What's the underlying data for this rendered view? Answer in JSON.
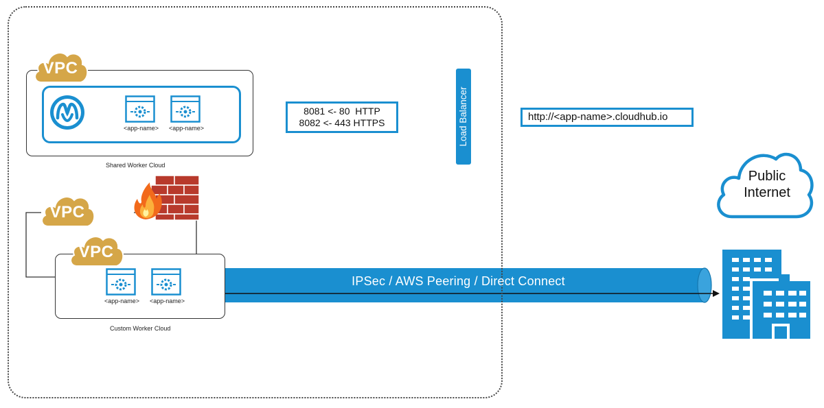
{
  "colors": {
    "vpc_cloud": "#d5a648",
    "accent_blue": "#1a8fd0",
    "firewall_brick": "#b83a2c"
  },
  "icons": [
    "vpc-cloud-icon",
    "mulesoft-logo",
    "app-window-icon",
    "firewall-icon",
    "flame-icon",
    "public-internet-cloud-icon",
    "buildings-icon",
    "double-arrow"
  ],
  "shared": {
    "vpc_label": "VPC",
    "app1": "<app-name>",
    "app2": "<app-name>",
    "caption": "Shared Worker Cloud"
  },
  "custom": {
    "vpc_outer_label": "VPC",
    "vpc_inner_label": "VPC",
    "app1": "<app-name>",
    "app2": "<app-name>",
    "caption": "Custom Worker Cloud"
  },
  "ports": {
    "line1": "8081 <- 80  HTTP",
    "line2": "8082 <- 443 HTTPS"
  },
  "load_balancer": "Load Balancer",
  "url": "http://<app-name>.cloudhub.io",
  "tunnel": "IPSec / AWS Peering / Direct Connect",
  "public_internet": {
    "line1": "Public",
    "line2": "Internet"
  }
}
